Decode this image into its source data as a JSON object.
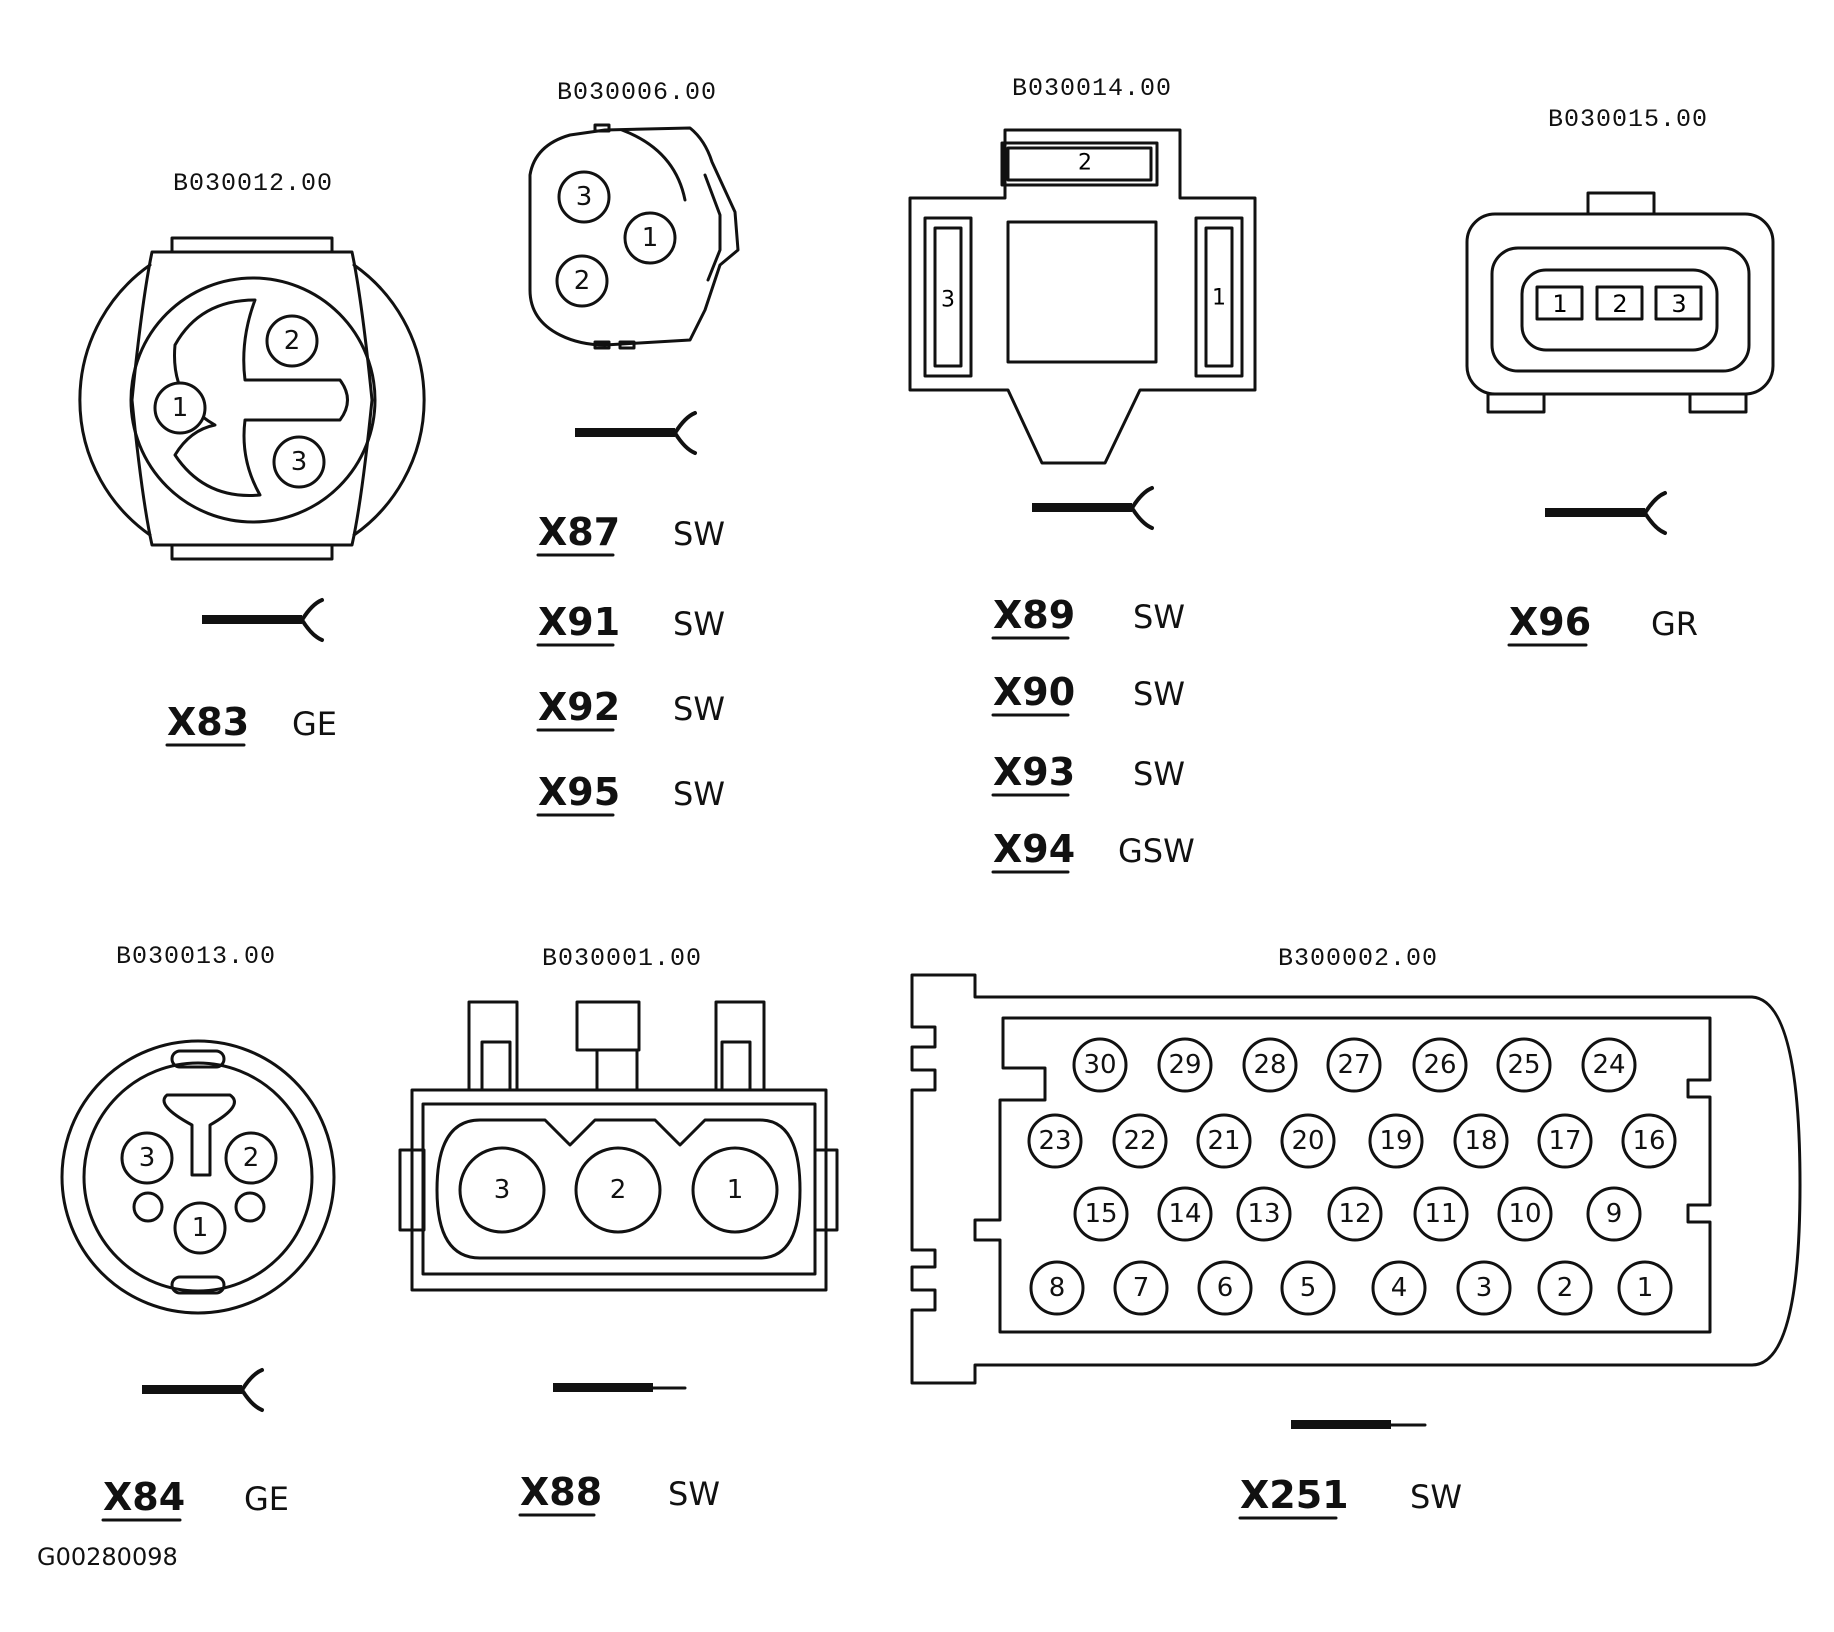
{
  "figure_id": "G00280098",
  "connectors": [
    {
      "part": "B030012.00",
      "pins": [
        "1",
        "2",
        "3"
      ],
      "wiring": [
        {
          "code": "X83",
          "color": "GE"
        }
      ]
    },
    {
      "part": "B030006.00",
      "pins": [
        "1",
        "2",
        "3"
      ],
      "wiring": [
        {
          "code": "X87",
          "color": "SW"
        },
        {
          "code": "X91",
          "color": "SW"
        },
        {
          "code": "X92",
          "color": "SW"
        },
        {
          "code": "X95",
          "color": "SW"
        }
      ]
    },
    {
      "part": "B030014.00",
      "pins": [
        "1",
        "2",
        "3"
      ],
      "wiring": [
        {
          "code": "X89",
          "color": "SW"
        },
        {
          "code": "X90",
          "color": "SW"
        },
        {
          "code": "X93",
          "color": "SW"
        },
        {
          "code": "X94",
          "color": "GSW"
        }
      ]
    },
    {
      "part": "B030015.00",
      "pins": [
        "1",
        "2",
        "3"
      ],
      "wiring": [
        {
          "code": "X96",
          "color": "GR"
        }
      ]
    },
    {
      "part": "B030013.00",
      "pins": [
        "1",
        "2",
        "3"
      ],
      "wiring": [
        {
          "code": "X84",
          "color": "GE"
        }
      ]
    },
    {
      "part": "B030001.00",
      "pins": [
        "1",
        "2",
        "3"
      ],
      "wiring": [
        {
          "code": "X88",
          "color": "SW"
        }
      ]
    },
    {
      "part": "B300002.00",
      "pins": [
        "1",
        "2",
        "3",
        "4",
        "5",
        "6",
        "7",
        "8",
        "9",
        "10",
        "11",
        "12",
        "13",
        "14",
        "15",
        "16",
        "17",
        "18",
        "19",
        "20",
        "21",
        "22",
        "23",
        "24",
        "25",
        "26",
        "27",
        "28",
        "29",
        "30"
      ],
      "wiring": [
        {
          "code": "X251",
          "color": "SW"
        }
      ]
    }
  ]
}
